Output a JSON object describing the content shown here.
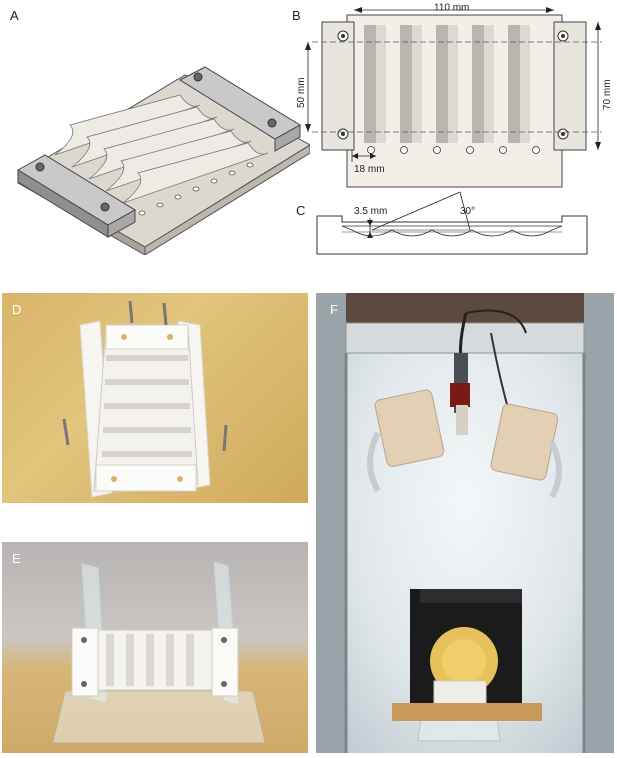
{
  "panels": {
    "a": "A",
    "b": "B",
    "c": "C",
    "d": "D",
    "e": "E",
    "f": "F"
  },
  "dims": {
    "width": "110 mm",
    "height_inner": "50 mm",
    "height_outer": "70 mm",
    "pitch": "18 mm",
    "depth": "3.5 mm",
    "angle": "30°"
  },
  "colors": {
    "metal": "#b8b8b8",
    "tray": "#e6e3dc",
    "wood": "#d9b86e",
    "cabinet_light": "#e9eef2",
    "lamp_shade": "#e3cfb3"
  }
}
